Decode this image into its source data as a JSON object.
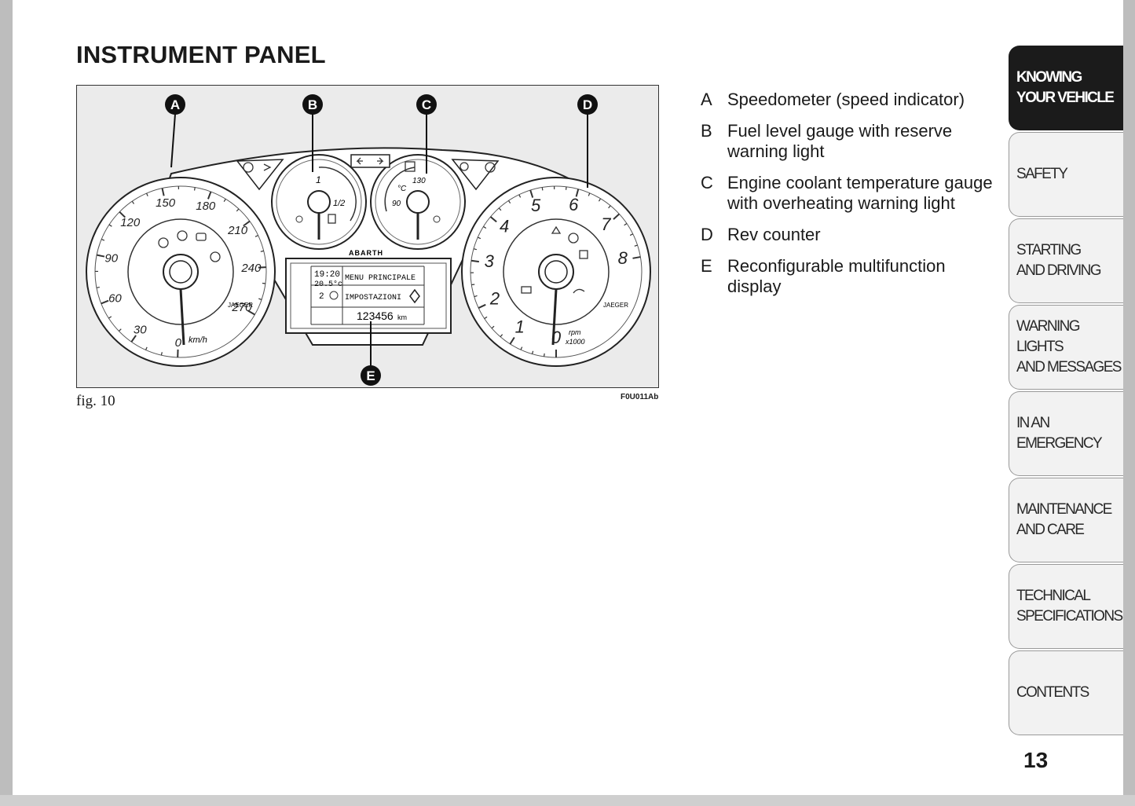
{
  "page": {
    "title": "INSTRUMENT PANEL",
    "figure_label": "fig. 10",
    "figure_code": "F0U011Ab",
    "page_number": "13"
  },
  "figure": {
    "callouts": [
      "A",
      "B",
      "C",
      "D",
      "E"
    ],
    "speedometer_ticks": [
      "0",
      "30",
      "60",
      "90",
      "120",
      "150",
      "180",
      "210",
      "240",
      "270"
    ],
    "speed_unit": "km/h",
    "brand": "JAEGER",
    "logo": "ABARTH",
    "fuel_labels": [
      "1",
      "1/2"
    ],
    "temp_labels": [
      "°C",
      "130",
      "90"
    ],
    "rev_ticks": [
      "0",
      "1",
      "2",
      "3",
      "4",
      "5",
      "6",
      "7",
      "8"
    ],
    "rev_unit": "rpm",
    "rev_multiplier": "x1000",
    "display": {
      "time": "19:20",
      "temp": "20.5°c",
      "gear": "2",
      "menu": "MENU PRINCIPALE",
      "submenu": "IMPOSTAZIONI",
      "odometer": "123456",
      "odometer_unit": "km"
    }
  },
  "legend": [
    {
      "letter": "A",
      "text": "Speedometer (speed indicator)"
    },
    {
      "letter": "B",
      "text": "Fuel level gauge with reserve warning light"
    },
    {
      "letter": "C",
      "text": "Engine coolant temperature gauge with overheating warning light"
    },
    {
      "letter": "D",
      "text": "Rev counter"
    },
    {
      "letter": "E",
      "text": "Reconfigurable multifunction display"
    }
  ],
  "tabs": [
    {
      "label": "KNOWING\nYOUR VEHICLE",
      "active": true
    },
    {
      "label": "SAFETY",
      "active": false
    },
    {
      "label": "STARTING\nAND DRIVING",
      "active": false
    },
    {
      "label": "WARNING LIGHTS\nAND MESSAGES",
      "active": false
    },
    {
      "label": "IN AN\nEMERGENCY",
      "active": false
    },
    {
      "label": "MAINTENANCE\nAND CARE",
      "active": false
    },
    {
      "label": "TECHNICAL\nSPECIFICATIONS",
      "active": false
    },
    {
      "label": "CONTENTS",
      "active": false
    }
  ]
}
